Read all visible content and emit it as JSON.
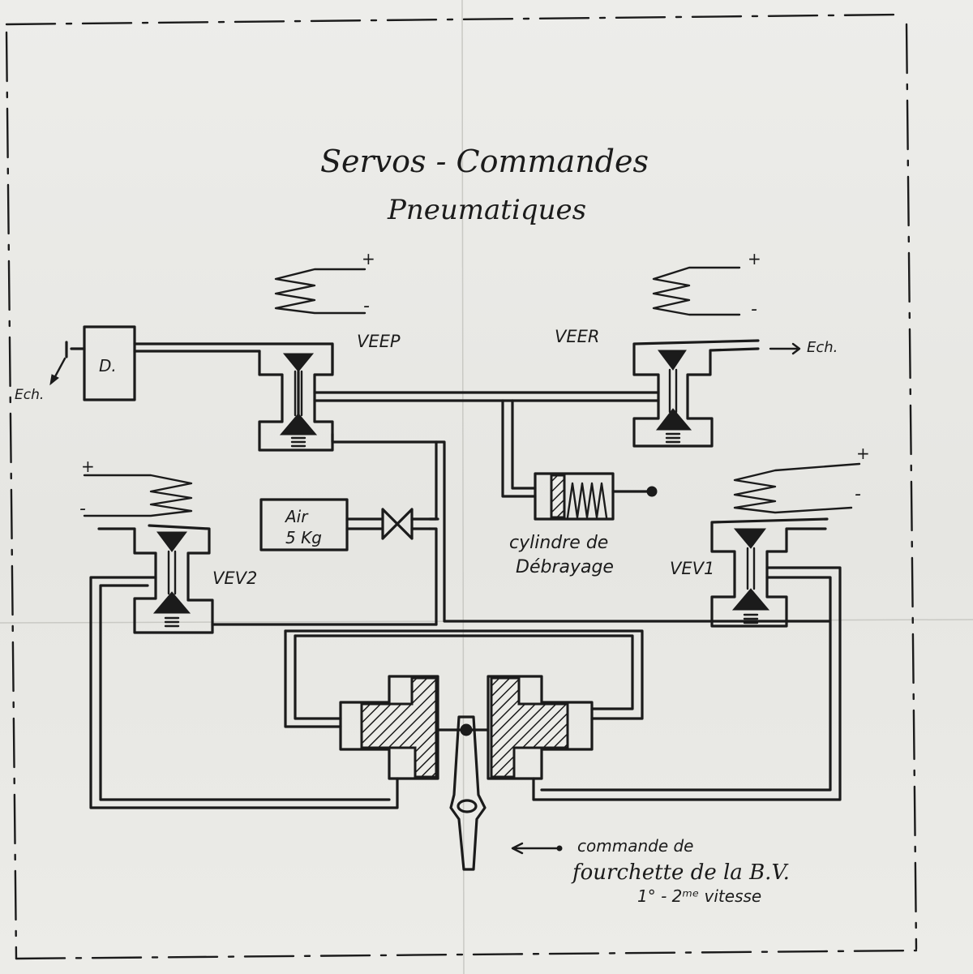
{
  "title": {
    "line1": "Servos - Commandes",
    "line2": "Pneumatiques"
  },
  "labels": {
    "veep": "VEEP",
    "veer": "VEER",
    "vev1": "VEV1",
    "vev2": "VEV2",
    "d": "D.",
    "ech_left": "Ech.",
    "ech_right": "Ech.",
    "air_line1": "Air",
    "air_line2": "5 Kg",
    "cylinder_line1": "cylindre de",
    "cylinder_line2": "Débrayage",
    "fork_line1": "commande de",
    "fork_line2": "fourchette de la B.V.",
    "fork_line3": "1° - 2ᵐᵉ vitesse",
    "plus": "+",
    "minus": "-"
  },
  "colors": {
    "ink": "#1b1b1b",
    "paper": "#e9e9e6"
  },
  "icons": {
    "valve": "needle-valve-icon",
    "spring": "coil-spring-icon",
    "arrow": "arrow-left-icon"
  }
}
